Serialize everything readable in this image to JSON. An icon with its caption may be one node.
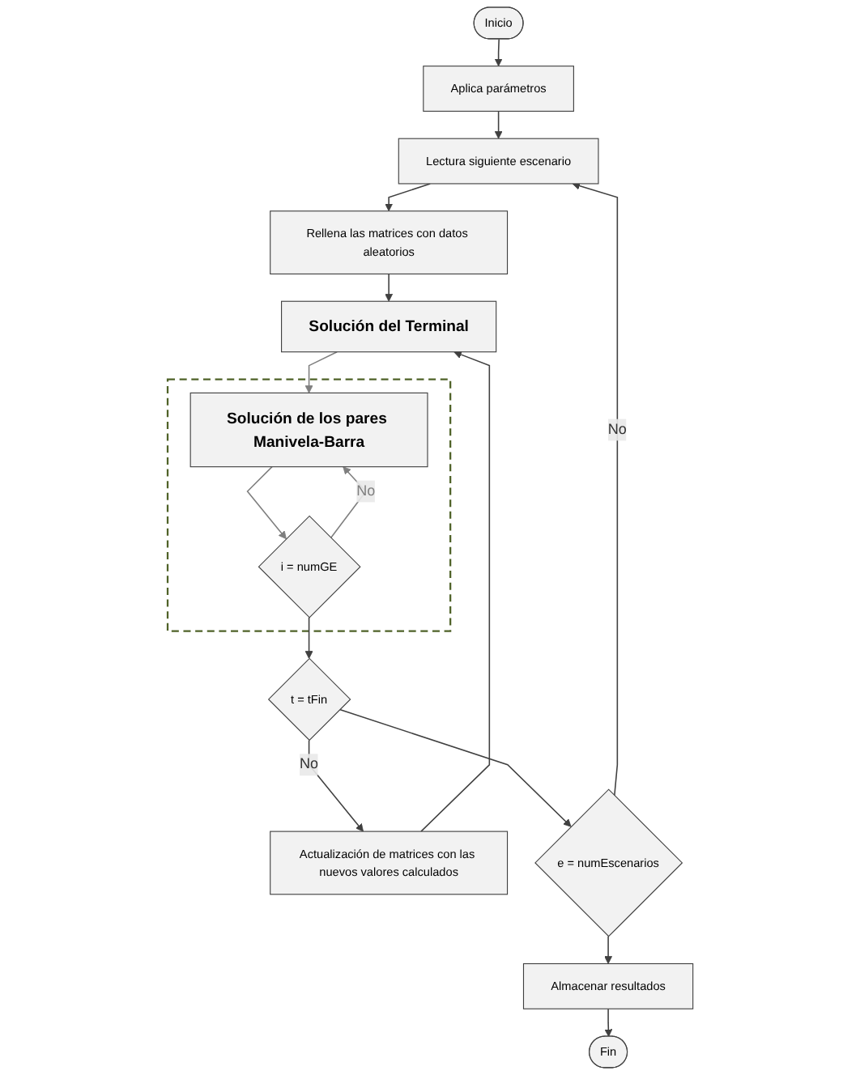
{
  "diagram": {
    "nodes": [
      {
        "text": [
          "Inicio"
        ]
      },
      {
        "text": [
          "Aplica parámetros"
        ]
      },
      {
        "text": [
          "Lectura siguiente escenario"
        ]
      },
      {
        "text": [
          "Rellena las matrices con datos aleatorios"
        ]
      },
      {
        "text": [
          "Solución del Terminal"
        ]
      },
      {
        "text": [],
        "shape": "box"
      },
      {
        "text": [
          "Solución de los pares Manivela-Barra"
        ],
        "in": 5
      },
      {
        "text": [
          "i = numGE"
        ],
        "in": 5
      },
      {
        "text": [
          "Actualización de matrices con las nuevos valores calculados"
        ]
      },
      {
        "text": [
          "t = tFin"
        ]
      },
      {
        "text": [
          "e = numEscenarios"
        ]
      },
      {
        "text": [
          "Almacenar resultados"
        ]
      },
      {
        "text": [
          "Fin"
        ]
      }
    ],
    "edges": [
      {
        "from": 0,
        "to": 1,
        "arrow": "to"
      },
      {
        "from": 1,
        "to": 2,
        "arrow": "to"
      },
      {
        "from": 2,
        "to": 3,
        "arrow": "to"
      },
      {
        "from": 3,
        "to": 4,
        "arrow": "to"
      },
      {
        "from": 4,
        "to": 6,
        "arrow": "to",
        "color": "#7f7f7f"
      },
      {
        "from": 6,
        "to": 7,
        "arrow": "to",
        "color": "#7f7f7f"
      },
      {
        "from": 7,
        "to": 6,
        "arrow": "to",
        "label": "No",
        "color": "#7f7f7f"
      },
      {
        "from": 7,
        "to": 9,
        "arrow": "to"
      },
      {
        "from": 9,
        "to": 8,
        "arrow": "to",
        "label": "No"
      },
      {
        "from": 8,
        "to": 4,
        "arrow": "to"
      },
      {
        "from": 9,
        "to": 10,
        "arrow": "to"
      },
      {
        "from": 10,
        "to": 2,
        "arrow": "to",
        "label": "No"
      },
      {
        "from": 10,
        "to": 11,
        "arrow": "to"
      },
      {
        "from": 11,
        "to": 12,
        "arrow": "to"
      }
    ]
  }
}
